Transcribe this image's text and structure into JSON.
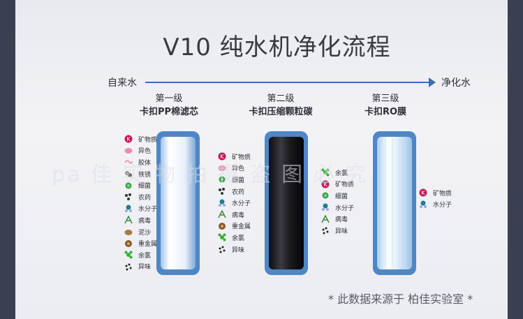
{
  "title": "V10 纯水机净化流程",
  "flow": {
    "start": "自来水",
    "end": "净化水"
  },
  "stages": [
    {
      "line1": "第一级",
      "line2": "卡扣PP棉滤芯",
      "items": [
        "矿物质",
        "异色",
        "胶体",
        "铁锈",
        "细菌",
        "农药",
        "水分子",
        "病毒",
        "泥沙",
        "重金属",
        "余氯",
        "异味"
      ]
    },
    {
      "line1": "第二级",
      "line2": "卡扣压缩颗粒碳",
      "items": [
        "矿物质",
        "异色",
        "细菌",
        "农药",
        "水分子",
        "病毒",
        "重金属",
        "余氯",
        "异味"
      ],
      "removed": [
        "余氯",
        "矿物质",
        "细菌",
        "水分子",
        "病毒",
        "异味"
      ]
    },
    {
      "line1": "第三级",
      "line2": "卡扣RO膜",
      "items": [
        "矿物质",
        "水分子"
      ]
    }
  ],
  "watermark": "pa 佳 实 物 拍 摄 盗 图 必 究",
  "footnote": "* 此数据来源于 柏佳实验室 *",
  "colors": {
    "accent": "#3a6fb5",
    "arrow": "#4f9fdc"
  }
}
